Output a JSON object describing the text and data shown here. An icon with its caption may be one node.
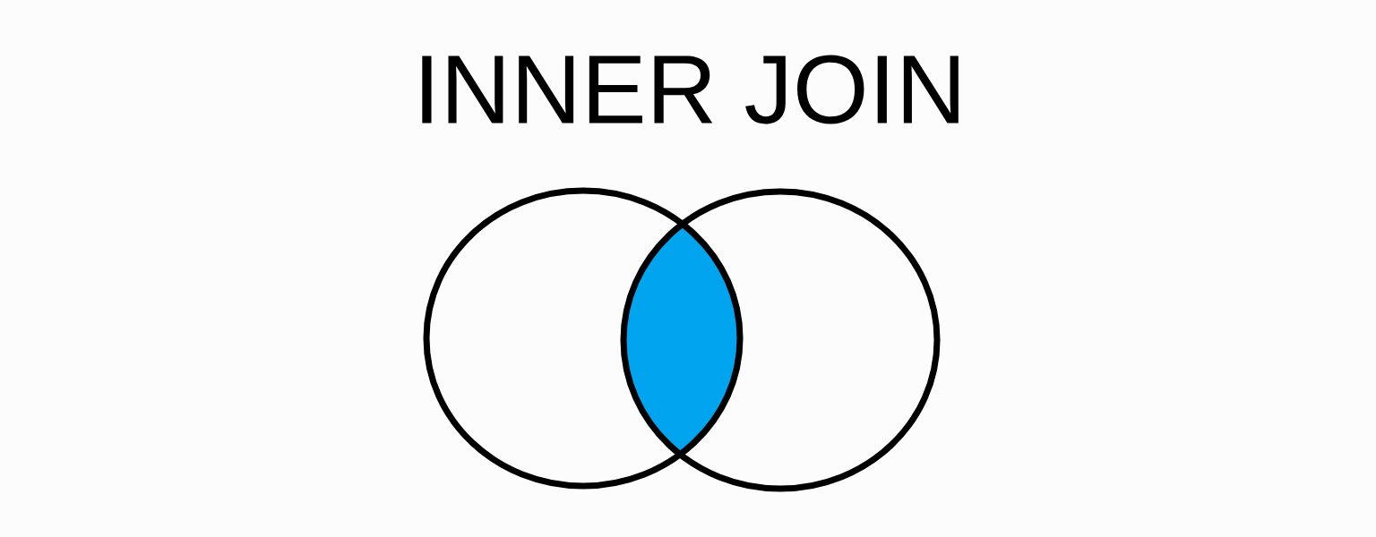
{
  "diagram": {
    "title": "INNER JOIN",
    "nodes": [
      {
        "text": [],
        "shape": "circle"
      },
      {
        "text": [],
        "shape": "circle"
      },
      {
        "text": [],
        "shape": "lens"
      }
    ]
  }
}
